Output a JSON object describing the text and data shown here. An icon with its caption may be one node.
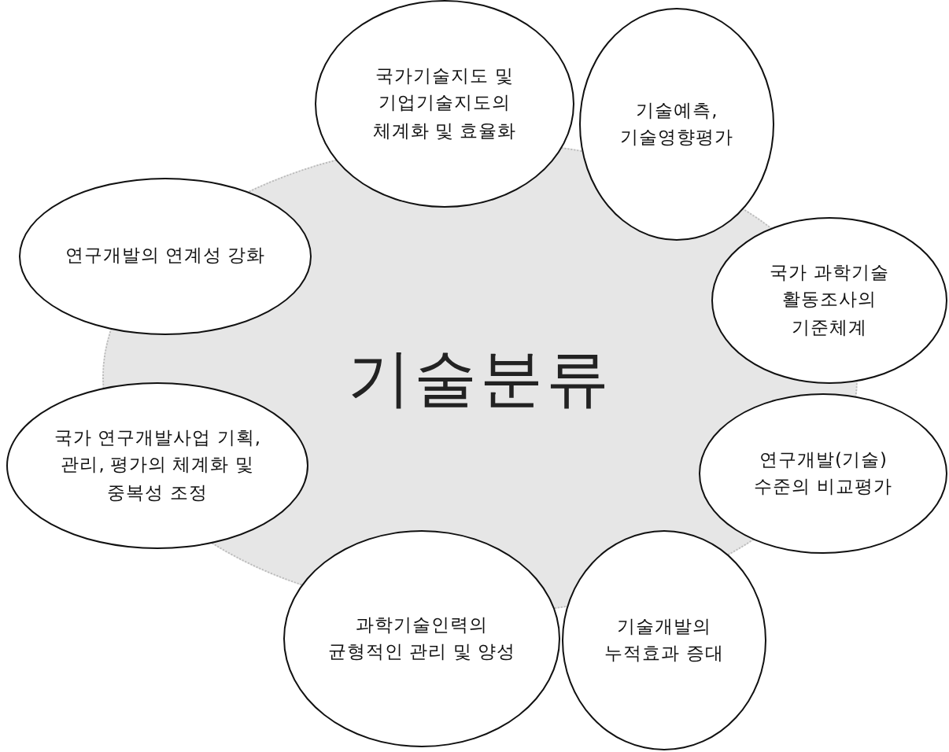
{
  "diagram": {
    "nodes": [
      {
        "text": [
          "기술분류"
        ]
      },
      {
        "text": [
          "국가기술지도 및 기업기술지도의 체계화 및 효율화"
        ]
      },
      {
        "text": [
          "기술예측, 기술영향평가"
        ]
      },
      {
        "text": [
          "국가 과학기술 활동조사의 기준체계"
        ]
      },
      {
        "text": [
          "연구개발(기술)수준의 비교평가"
        ]
      },
      {
        "text": [
          "기술개발의 누적효과 증대"
        ]
      },
      {
        "text": [
          "과학기술인력의 균형적인 관리 및 양성"
        ]
      },
      {
        "text": [
          "국가 연구개발사업 기획, 관리, 평가의 체계화 및 중복성 조정"
        ]
      },
      {
        "text": [
          "연구개발의 연계성 강화"
        ]
      }
    ]
  }
}
